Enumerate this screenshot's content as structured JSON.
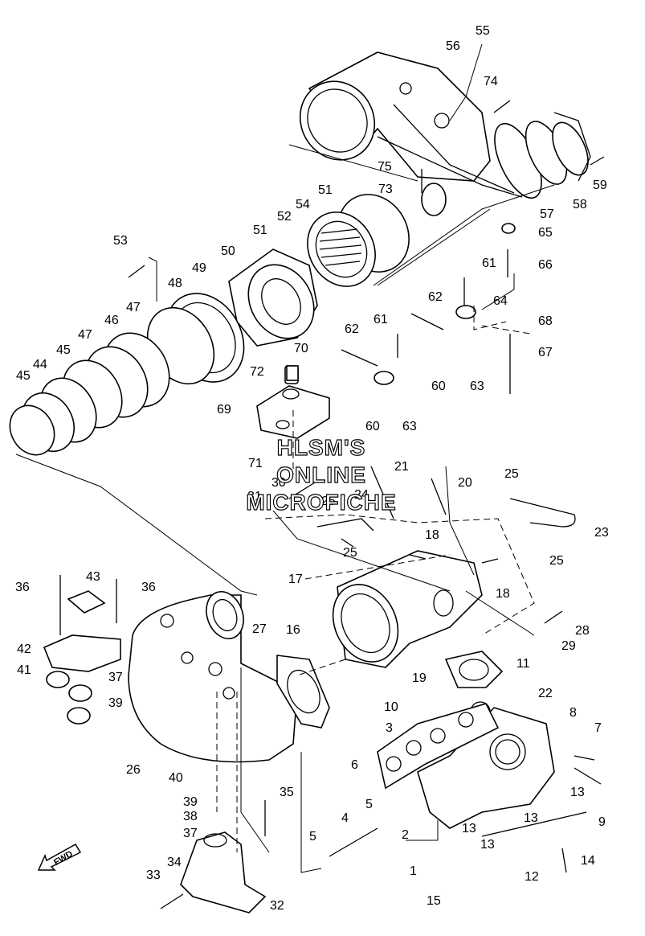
{
  "watermark": {
    "line1": "HLSM'S",
    "line2": "ONLINE",
    "line3": "MICROFICHE"
  },
  "direction_indicator": {
    "label": "FWD"
  },
  "callouts": [
    "1",
    "2",
    "3",
    "4",
    "5",
    "5",
    "6",
    "7",
    "8",
    "9",
    "10",
    "11",
    "12",
    "13",
    "13",
    "13",
    "13",
    "14",
    "15",
    "16",
    "17",
    "18",
    "18",
    "19",
    "20",
    "21",
    "22",
    "23",
    "24",
    "25",
    "25",
    "25",
    "25",
    "26",
    "27",
    "28",
    "29",
    "30",
    "31",
    "32",
    "33",
    "34",
    "35",
    "36",
    "36",
    "37",
    "37",
    "38",
    "39",
    "39",
    "40",
    "41",
    "42",
    "43",
    "44",
    "45",
    "45",
    "46",
    "47",
    "47",
    "48",
    "49",
    "50",
    "51",
    "51",
    "52",
    "53",
    "54",
    "55",
    "56",
    "57",
    "58",
    "59",
    "60",
    "60",
    "61",
    "61",
    "62",
    "62",
    "63",
    "63",
    "64",
    "65",
    "66",
    "67",
    "68",
    "69",
    "70",
    "71",
    "72",
    "73",
    "74",
    "75"
  ]
}
